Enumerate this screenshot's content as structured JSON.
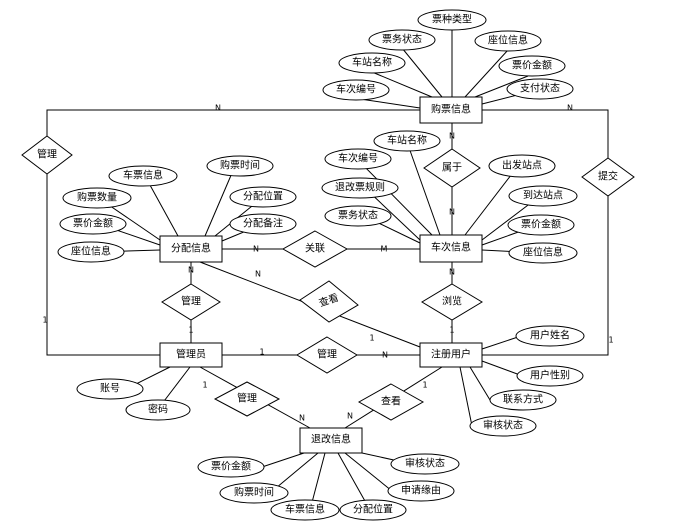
{
  "entities": {
    "gou_piao": "购票信息",
    "che_ci": "车次信息",
    "fen_pei": "分配信息",
    "guan_li_yuan": "管理员",
    "zhu_ce_yong_hu": "注册用户",
    "tui_gai": "退改信息"
  },
  "relationships": {
    "guan_li_top": "管理",
    "ti_jiao": "提交",
    "shu_yu": "属于",
    "guan_lian": "关联",
    "liu_lan": "浏览",
    "guan_li_left": "管理",
    "cha_kan_mid": "查看",
    "guan_li_mid": "管理",
    "guan_li_low": "管理",
    "cha_kan_low": "查看"
  },
  "attributes": {
    "gou_piao": [
      "票种类型",
      "票务状态",
      "座位信息",
      "车站名称",
      "票价金额",
      "车次编号",
      "支付状态"
    ],
    "che_ci": [
      "车站名称",
      "车次编号",
      "出发站点",
      "退改票规则",
      "到达站点",
      "票务状态",
      "票价金额",
      "座位信息"
    ],
    "fen_pei": [
      "车票信息",
      "购票时间",
      "购票数量",
      "分配位置",
      "票价金额",
      "分配备注",
      "座位信息"
    ],
    "guan_li_yuan": [
      "账号",
      "密码"
    ],
    "zhu_ce_yong_hu": [
      "用户姓名",
      "用户性别",
      "联系方式",
      "审核状态"
    ],
    "tui_gai": [
      "票价金额",
      "审核状态",
      "购票时间",
      "申请缘由",
      "车票信息",
      "分配位置"
    ]
  },
  "cardinalities": {
    "n": "N",
    "one": "1",
    "m": "M"
  }
}
